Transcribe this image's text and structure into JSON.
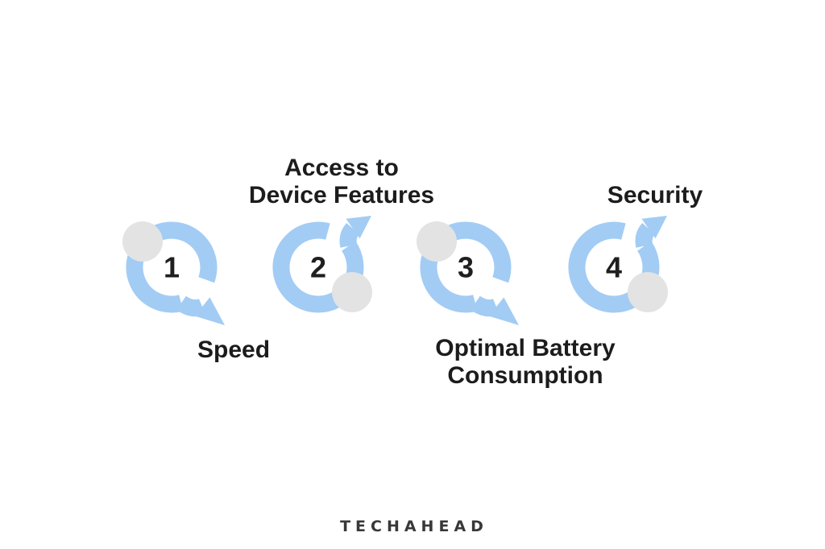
{
  "diagram": {
    "steps": [
      {
        "number": "1",
        "label_lines": [
          "Speed"
        ],
        "label_position": "below"
      },
      {
        "number": "2",
        "label_lines": [
          "Access to",
          "Device Features"
        ],
        "label_position": "above"
      },
      {
        "number": "3",
        "label_lines": [
          "Optimal Battery",
          "Consumption"
        ],
        "label_position": "below"
      },
      {
        "number": "4",
        "label_lines": [
          "Security"
        ],
        "label_position": "above"
      }
    ]
  },
  "branding": {
    "logo_text": "TECHAHEAD"
  },
  "colors": {
    "arrow_blue": "#a2ccf4",
    "ball_gray": "#e3e3e3",
    "text_dark": "#1c1c1c",
    "logo_dark": "#38383b",
    "background": "#ffffff"
  }
}
